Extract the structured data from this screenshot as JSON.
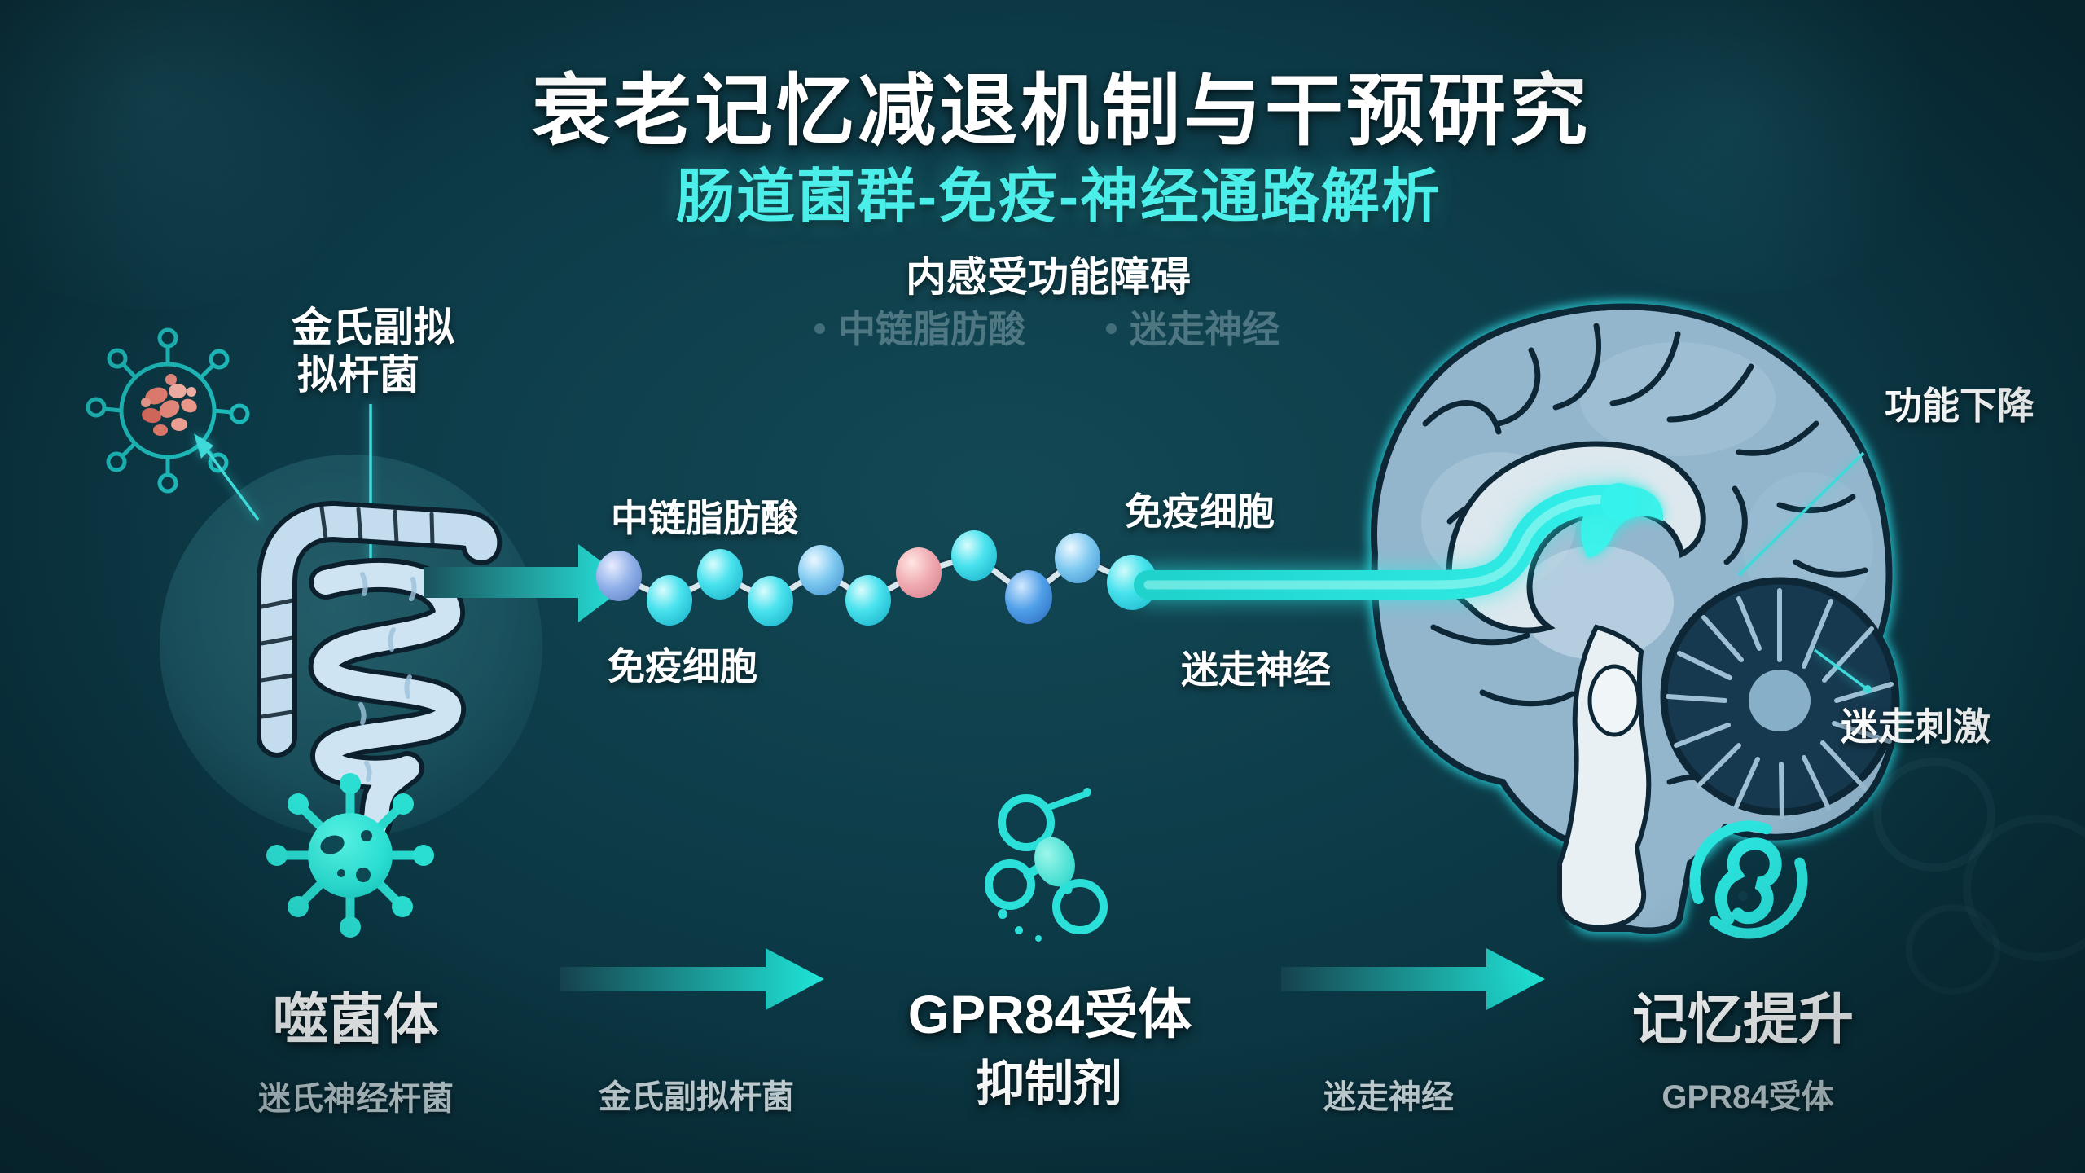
{
  "palette": {
    "background": "#0e3d4a",
    "accent_cyan": "#2ee6de",
    "subtitle_cyan": "#4beee8",
    "text_white": "#ffffff",
    "muted_label": "#cbd9dd",
    "brain_fill": "#93b6cd",
    "dark_outline": "#0d2737",
    "pink_sphere": "#efaab0",
    "blue_sphere": "#4f9fe8",
    "virus_coral": "#ef9a8c"
  },
  "header": {
    "title": "衰老记忆减退机制与干预研究",
    "subtitle": "肠道菌群-免疫-神经通路解析",
    "caption": "内感受功能障碍",
    "faded_bullets": [
      {
        "label": "中链脂肪酸"
      },
      {
        "label": "迷走神经"
      }
    ]
  },
  "gut": {
    "bacteria_label_line1": "金氏副拟",
    "bacteria_label_line2": "拟杆菌"
  },
  "pathway": {
    "mcfa_label": "中链脂肪酸",
    "immune_label_left": "免疫细胞",
    "immune_label_right": "免疫细胞",
    "vagus_label": "迷走神经"
  },
  "brain": {
    "decline_label": "功能下降",
    "stimulation_label": "迷走刺激"
  },
  "bottom": {
    "step1_title": "噬菌体",
    "step1_sub": "迷氏神经杆菌",
    "arrow1_label": "金氏副拟杆菌",
    "step2_title": "GPR84受体",
    "step2_sub": "抑制剂",
    "arrow2_label": "迷走神经",
    "step3_title": "记忆提升",
    "step3_sub": "GPR84受体"
  }
}
